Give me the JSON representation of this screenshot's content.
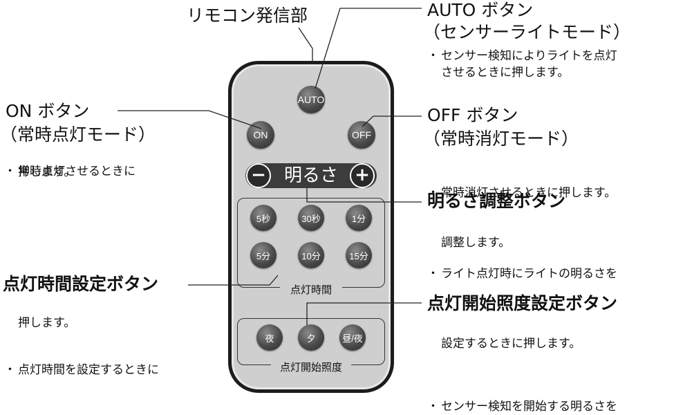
{
  "emitter": {
    "label": "リモコン発信部"
  },
  "auto": {
    "button": "AUTO",
    "title": "AUTO ボタン",
    "subtitle": "（センサーライトモード）",
    "desc_line1": "センサー検知によりライトを点灯",
    "desc_line2": "させるときに押します。"
  },
  "on": {
    "button": "ON",
    "title": "ON ボタン",
    "subtitle": "（常時点灯モード）",
    "desc_line1": "常時点灯させるときに",
    "desc_line2": "押します。"
  },
  "off": {
    "button": "OFF",
    "title": "OFF ボタン",
    "subtitle": "（常時消灯モード）",
    "desc_line1": "常時消灯させるときに押します。"
  },
  "brightness": {
    "minus": "−",
    "plus": "+",
    "label": "明るさ",
    "title": "明るさ調整ボタン",
    "desc_line1": "ライト点灯時にライトの明るさを",
    "desc_line2": "調整します。"
  },
  "timer": {
    "buttons": [
      "5秒",
      "30秒",
      "1分",
      "5分",
      "10分",
      "15分"
    ],
    "group_label": "点灯時間",
    "title": "点灯時間設定ボタン",
    "desc_line1": "点灯時間を設定するときに",
    "desc_line2": "押します。"
  },
  "illuminance": {
    "buttons": [
      "夜",
      "夕",
      "昼/夜"
    ],
    "group_label": "点灯開始照度",
    "title": "点灯開始照度設定ボタン",
    "desc_line1": "センサー検知を開始する明るさを",
    "desc_line2": "設定するときに押します。"
  }
}
